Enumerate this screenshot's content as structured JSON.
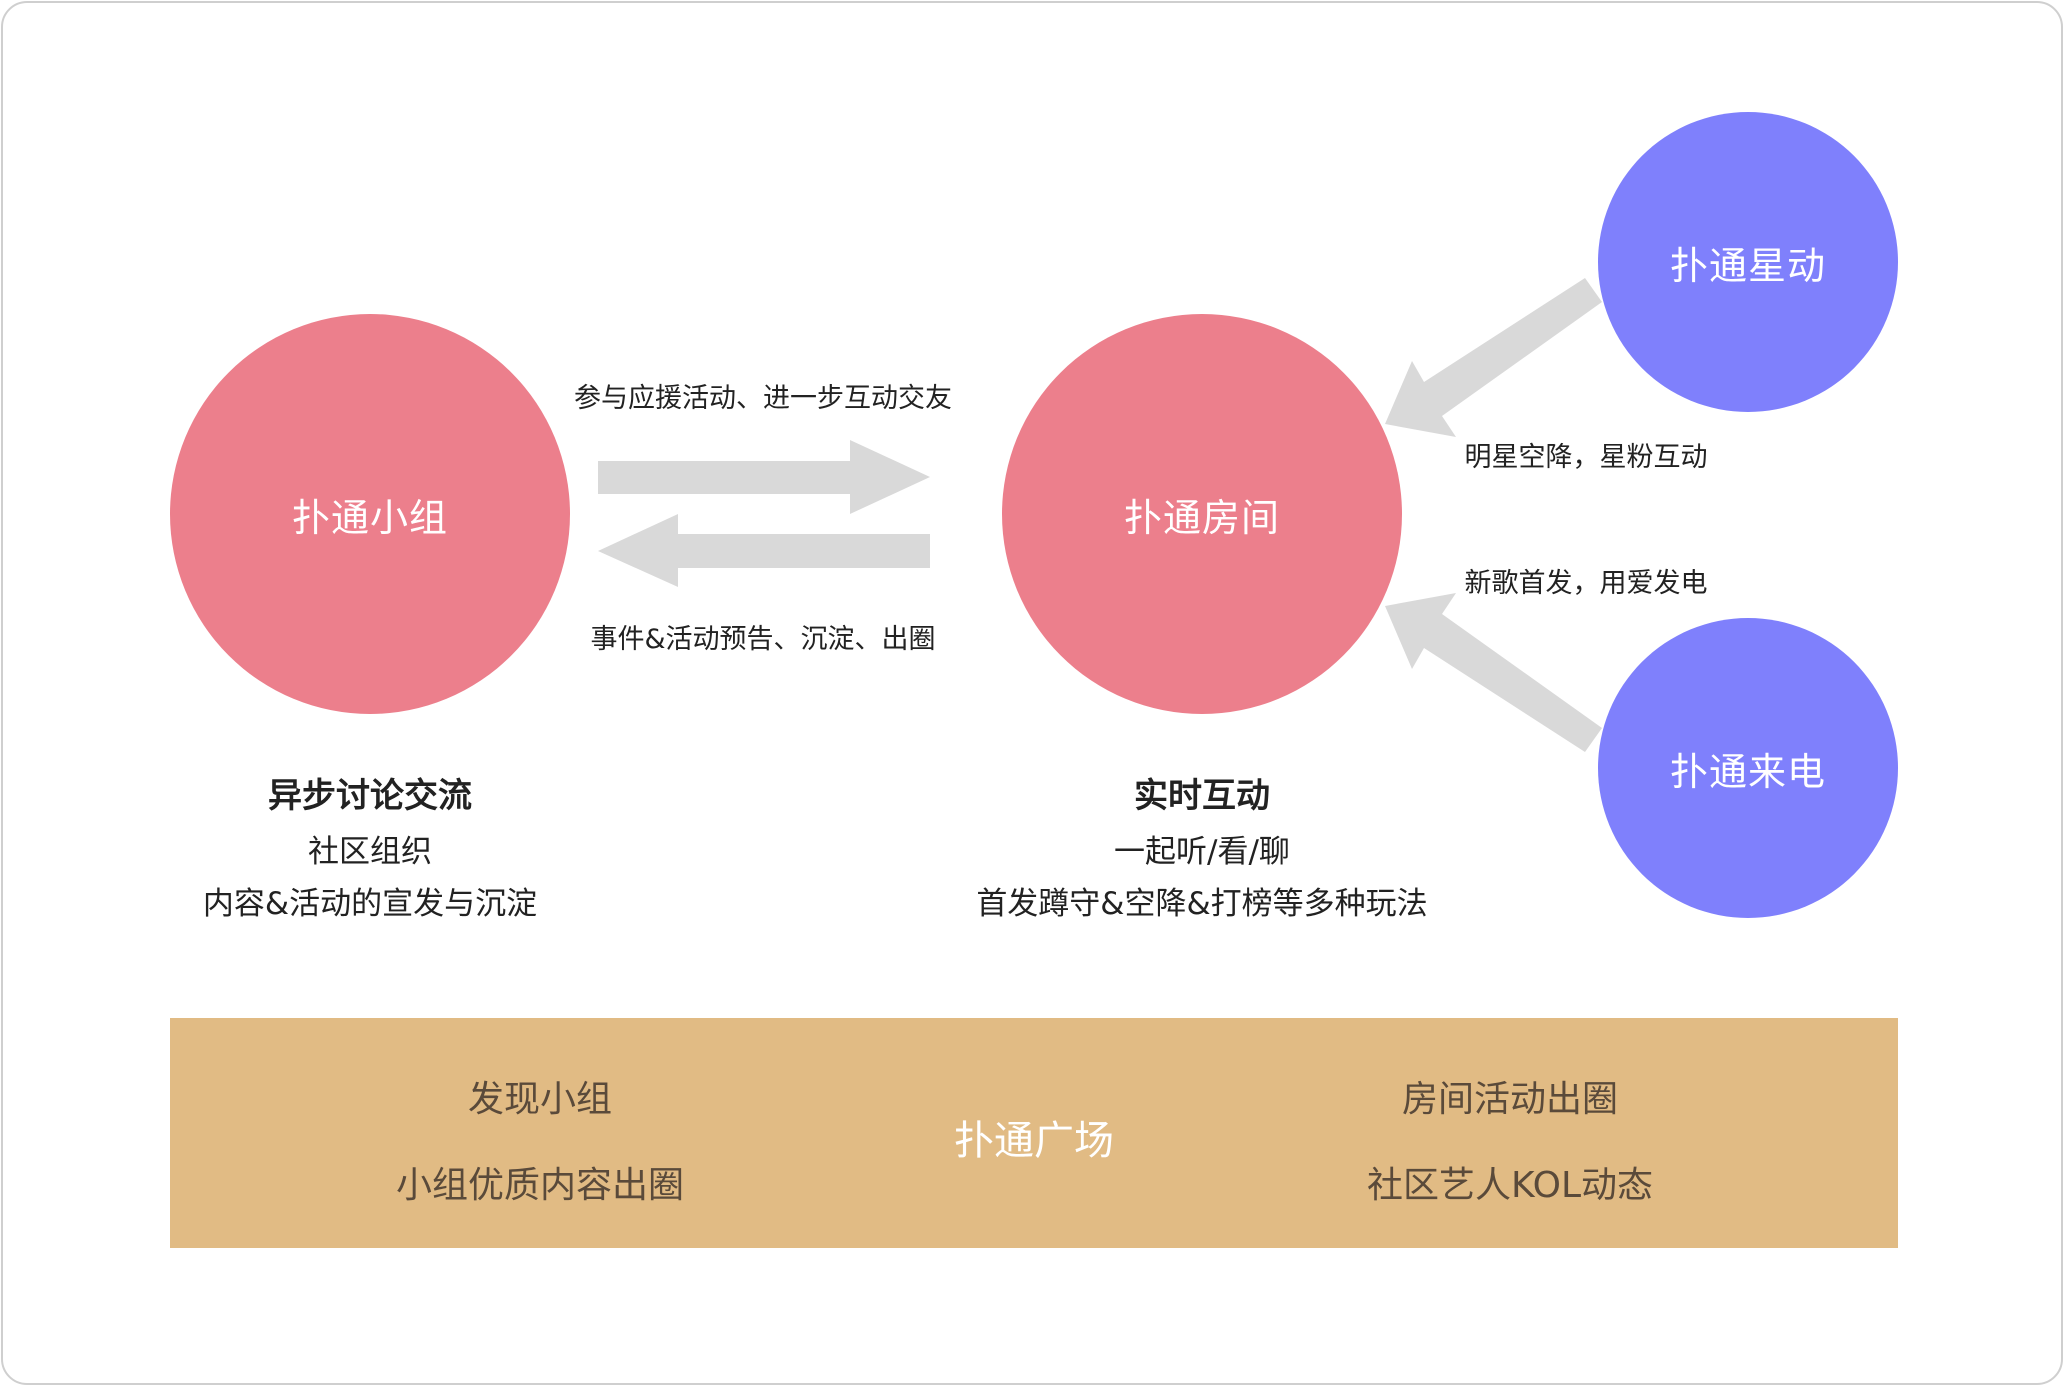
{
  "nodes": {
    "group": "扑通小组",
    "room": "扑通房间",
    "star": "扑通星动",
    "call": "扑通来电"
  },
  "edges": {
    "group_to_room": "参与应援活动、进一步互动交友",
    "room_to_group": "事件&活动预告、沉淀、出圈",
    "star_to_room": "明星空降，星粉互动",
    "call_to_room": "新歌首发，用爱发电"
  },
  "group_desc": {
    "title": "异步讨论交流",
    "line1": "社区组织",
    "line2": "内容&活动的宣发与沉淀"
  },
  "room_desc": {
    "title": "实时互动",
    "line1": "一起听/看/聊",
    "line2": "首发蹲守&空降&打榜等多种玩法"
  },
  "plaza": {
    "title": "扑通广场",
    "left1": "发现小组",
    "left2": "小组优质内容出圈",
    "right1": "房间活动出圈",
    "right2": "社区艺人KOL动态"
  },
  "colors": {
    "pink_node": "#ec7f8c",
    "purple_node": "#7f80fc",
    "arrow": "#d9d9d9",
    "plaza_bg": "#e1bb84"
  }
}
